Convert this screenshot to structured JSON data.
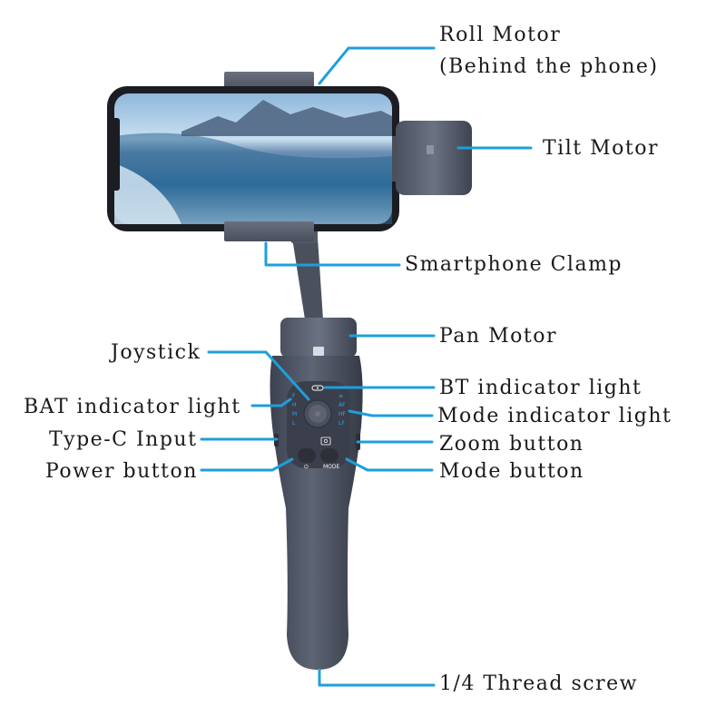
{
  "accent_color": "#1e9fdb",
  "labels": {
    "roll_motor": "Roll  Motor",
    "roll_motor_note": "(Behind the phone)",
    "tilt_motor": "Tilt  Motor",
    "smartphone_clamp": "Smartphone Clamp",
    "pan_motor": "Pan  Motor",
    "joystick": "Joystick",
    "bt_indicator": "BT indicator light",
    "bat_indicator": "BAT indicator light",
    "mode_indicator": "Mode indicator light",
    "type_c_input": "Type-C Input",
    "zoom_button": "Zoom button",
    "power_button": "Power button",
    "mode_button": "Mode button",
    "thread_screw": "1/4  Thread screw"
  },
  "panel": {
    "battery_levels": [
      "F",
      "H",
      "M",
      "L"
    ],
    "mode_levels": [
      "≡",
      "AF",
      "HF",
      "LF"
    ],
    "mode_button_text": "MODE",
    "power_symbol": "⏻"
  },
  "icons": {
    "bt": "bluetooth-link-icon",
    "camera_switch": "camera-switch-icon",
    "power": "power-icon"
  }
}
